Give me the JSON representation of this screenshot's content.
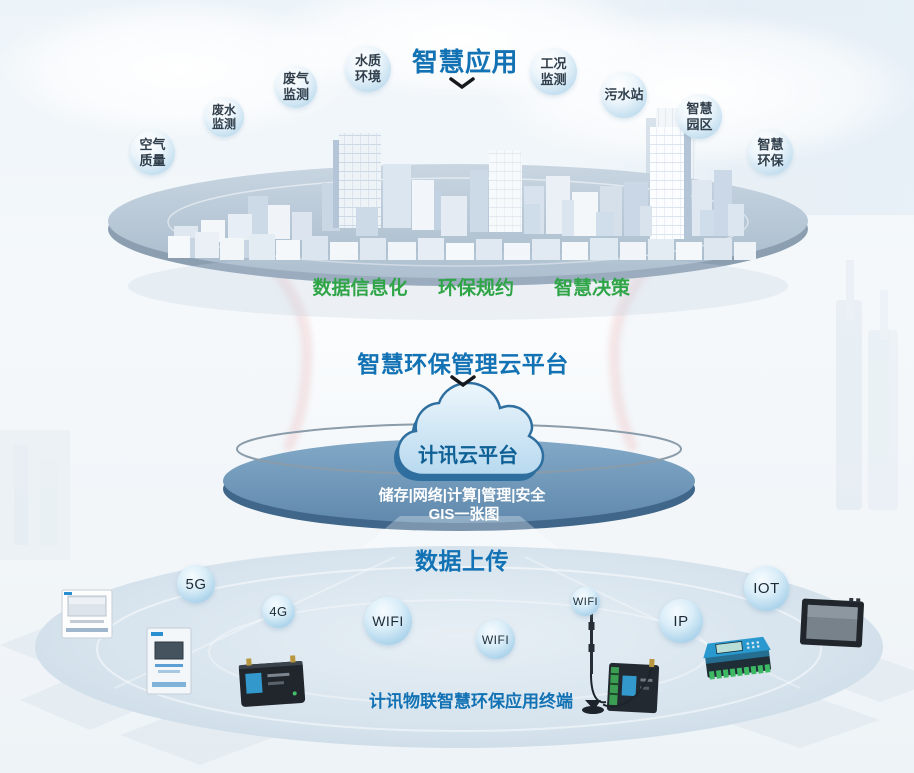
{
  "titles": {
    "top": "智慧应用",
    "platform": "智慧环保管理云平台",
    "upload": "数据上传",
    "cloud": "计讯云平台",
    "cloud_line1": "储存|网络|计算|管理|安全",
    "cloud_line2": "GIS一张图",
    "terminal": "计讯物联智慧环保应用终端"
  },
  "colors": {
    "accent_blue": "#1272b4",
    "green": "#2fa548",
    "platform_blue": "#6492b6",
    "bubble_blue": "#a9cfe6"
  },
  "app_bubbles": [
    "空气质量",
    "废水监测",
    "废气监测",
    "水质环境",
    "工况监测",
    "污水站",
    "智慧园区",
    "智慧环保"
  ],
  "middle_labels": [
    "数据信息化",
    "环保规约",
    "智慧决策"
  ],
  "network_bubbles": [
    "5G",
    "4G",
    "WIFI",
    "WIFI",
    "WIFI",
    "IP",
    "IOT"
  ]
}
